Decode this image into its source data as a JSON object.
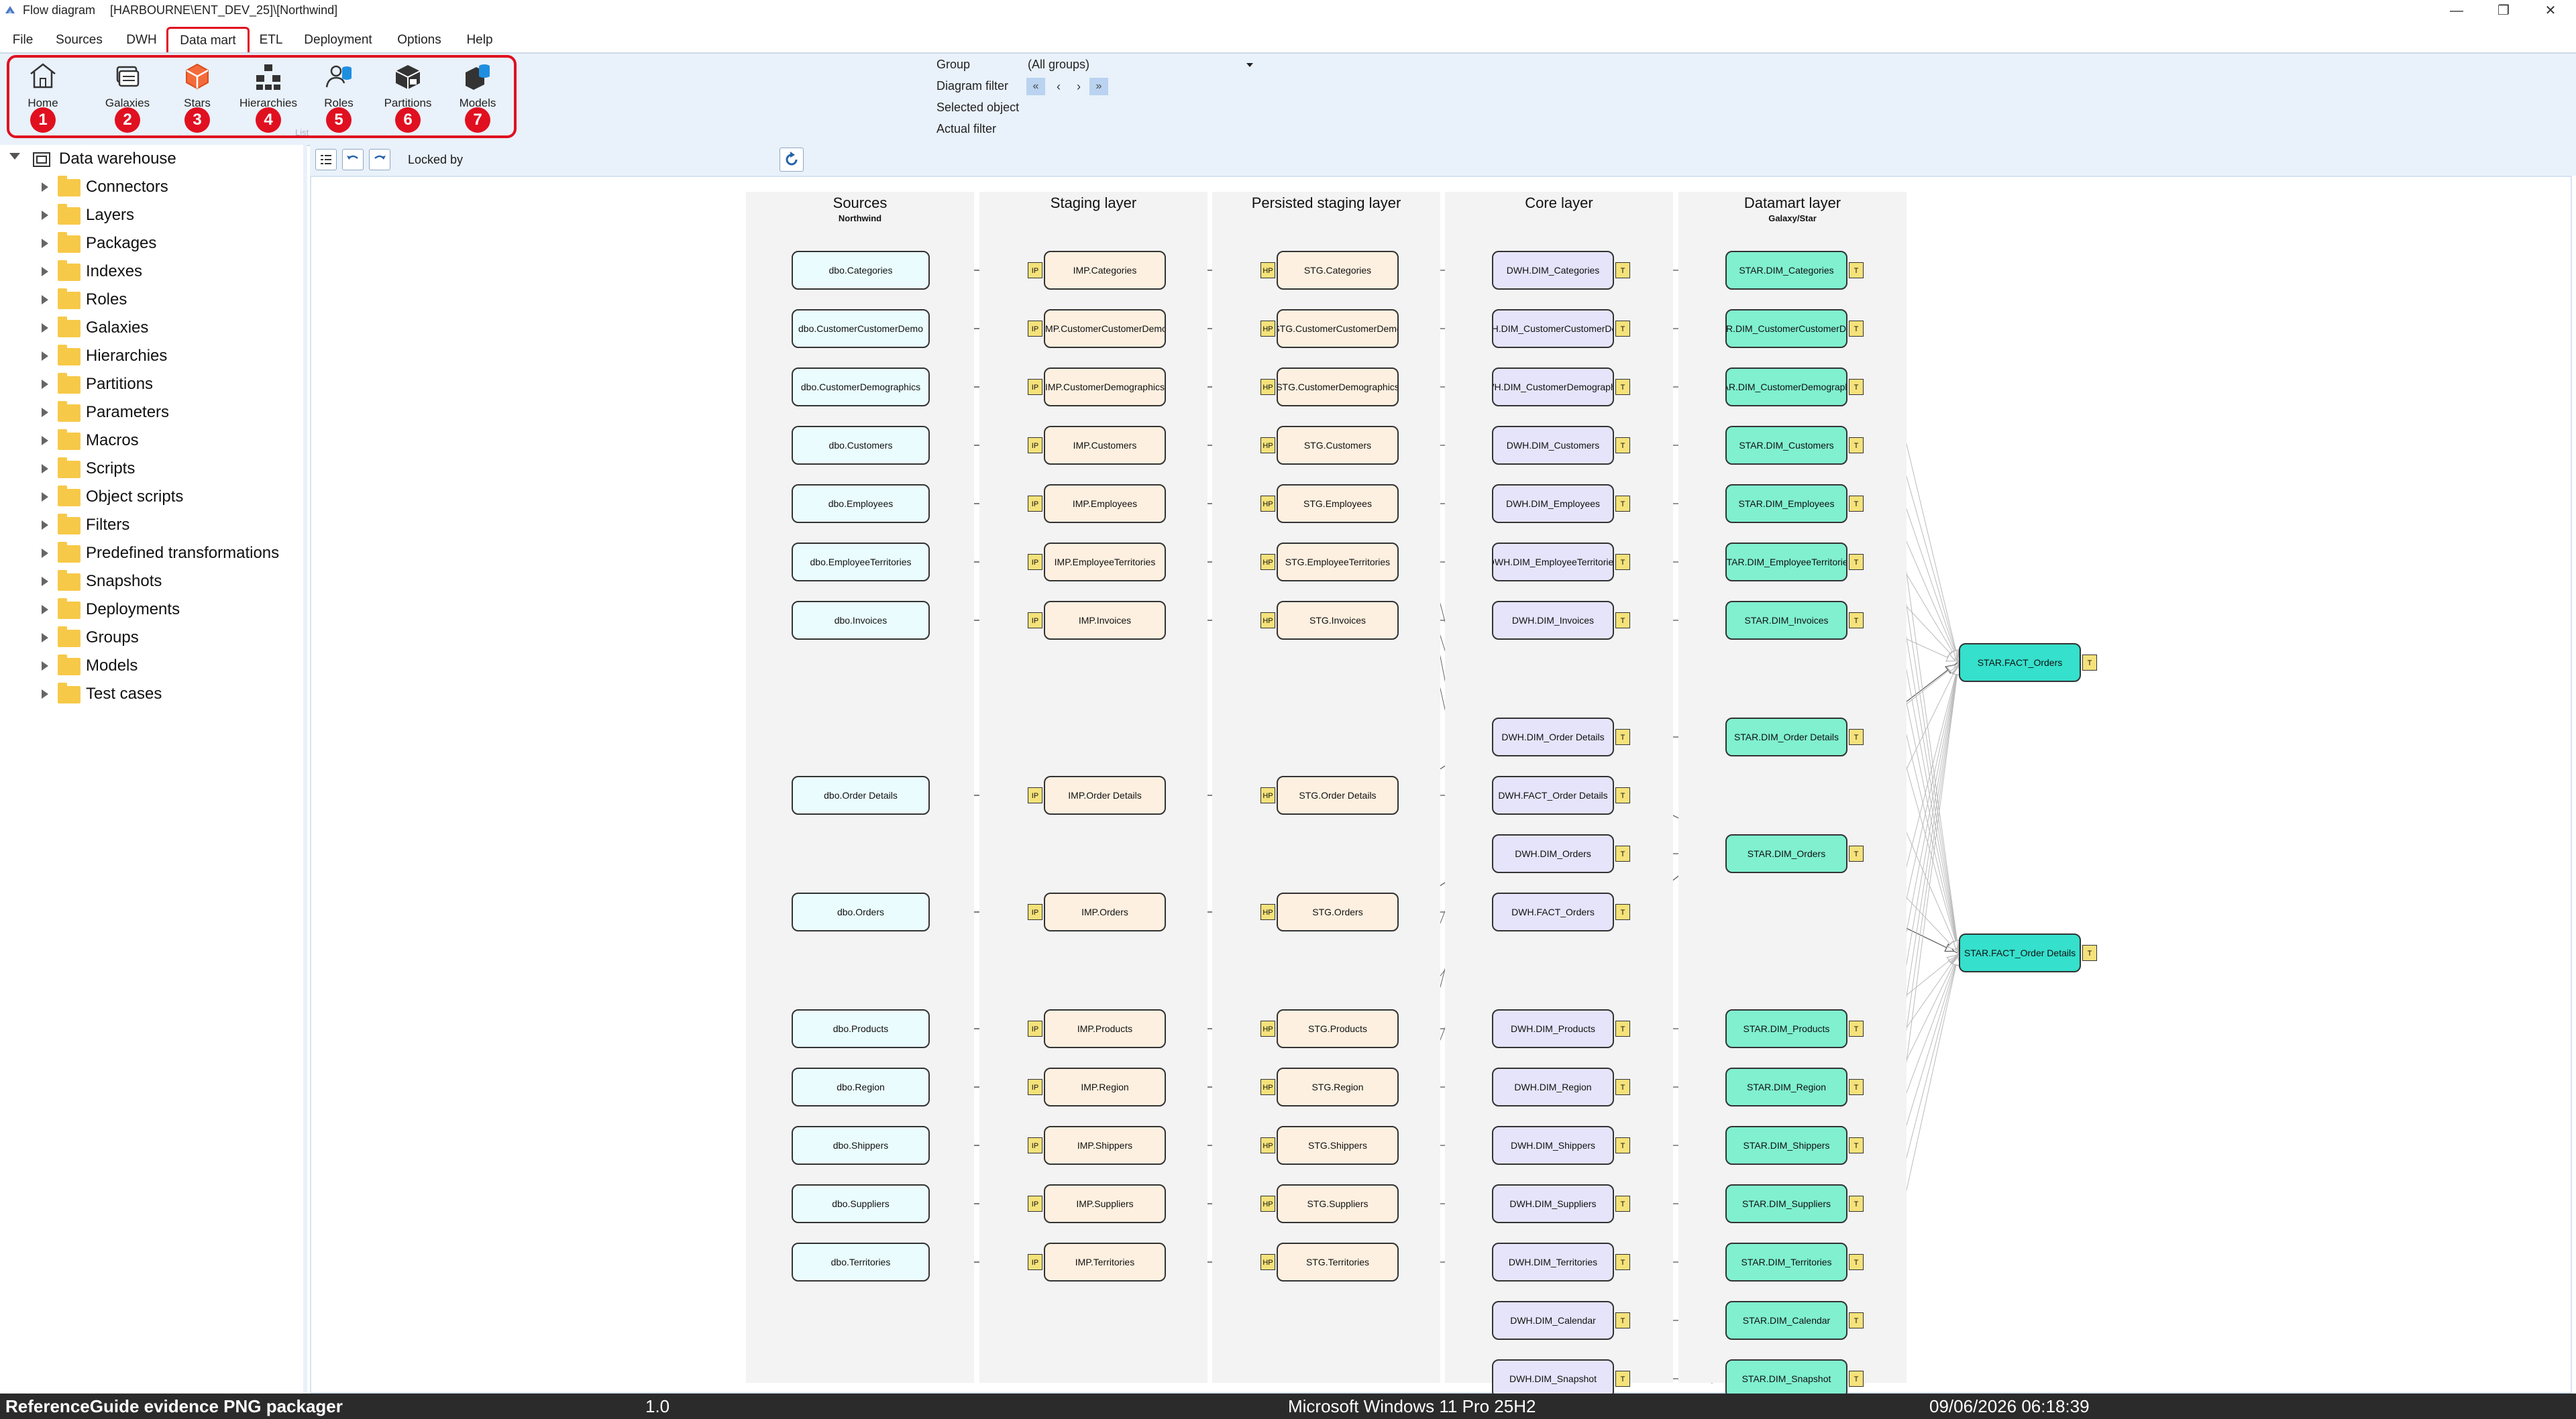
{
  "window": {
    "title": "Flow diagram",
    "path": "[HARBOURNE\\ENT_DEV_25]\\[Northwind]",
    "controls": {
      "minimize": "—",
      "restore": "❐",
      "close": "✕"
    }
  },
  "menu": [
    {
      "label": "File"
    },
    {
      "label": "Sources"
    },
    {
      "label": "DWH"
    },
    {
      "label": "Data mart",
      "active": true
    },
    {
      "label": "ETL"
    },
    {
      "label": "Deployment"
    },
    {
      "label": "Options"
    },
    {
      "label": "Help"
    }
  ],
  "ribbon": {
    "buttons": [
      {
        "label": "Home",
        "number": "1",
        "icon": "home-icon"
      },
      {
        "label": "Galaxies",
        "number": "2",
        "icon": "galaxies-icon"
      },
      {
        "label": "Stars",
        "number": "3",
        "icon": "stars-icon"
      },
      {
        "label": "Hierarchies",
        "number": "4",
        "icon": "hierarchies-icon"
      },
      {
        "label": "Roles",
        "number": "5",
        "icon": "roles-icon"
      },
      {
        "label": "Partitions",
        "number": "6",
        "icon": "partitions-icon"
      },
      {
        "label": "Models",
        "number": "7",
        "icon": "models-icon"
      }
    ],
    "group_caption": "List",
    "filters": {
      "group_label": "Group",
      "group_value": "(All groups)",
      "diagram_filter_label": "Diagram filter",
      "selected_object_label": "Selected object",
      "actual_filter_label": "Actual filter"
    }
  },
  "tree": {
    "root": "Data warehouse",
    "items": [
      "Connectors",
      "Layers",
      "Packages",
      "Indexes",
      "Roles",
      "Galaxies",
      "Hierarchies",
      "Partitions",
      "Parameters",
      "Macros",
      "Scripts",
      "Object scripts",
      "Filters",
      "Predefined transformations",
      "Snapshots",
      "Deployments",
      "Groups",
      "Models",
      "Test cases"
    ]
  },
  "toolbar": {
    "locked_by_label": "Locked by"
  },
  "diagram": {
    "columns": [
      {
        "title": "Sources",
        "subtitle": "Northwind"
      },
      {
        "title": "Staging layer",
        "subtitle": ""
      },
      {
        "title": "Persisted staging layer",
        "subtitle": ""
      },
      {
        "title": "Core layer",
        "subtitle": ""
      },
      {
        "title": "Datamart layer",
        "subtitle": "Galaxy/Star"
      }
    ],
    "tags": {
      "import": "IP",
      "persist": "HP",
      "table": "T"
    },
    "sources": [
      "dbo.Categories",
      "dbo.CustomerCustomerDemo",
      "dbo.CustomerDemographics",
      "dbo.Customers",
      "dbo.Employees",
      "dbo.EmployeeTerritories",
      "dbo.Invoices",
      "dbo.Order Details",
      "dbo.Orders",
      "dbo.Products",
      "dbo.Region",
      "dbo.Shippers",
      "dbo.Suppliers",
      "dbo.Territories"
    ],
    "staging": [
      "IMP.Categories",
      "IMP.CustomerCustomerDemo",
      "IMP.CustomerDemographics",
      "IMP.Customers",
      "IMP.Employees",
      "IMP.EmployeeTerritories",
      "IMP.Invoices",
      "IMP.Order Details",
      "IMP.Orders",
      "IMP.Products",
      "IMP.Region",
      "IMP.Shippers",
      "IMP.Suppliers",
      "IMP.Territories"
    ],
    "persisted": [
      "STG.Categories",
      "STG.CustomerCustomerDemo",
      "STG.CustomerDemographics",
      "STG.Customers",
      "STG.Employees",
      "STG.EmployeeTerritories",
      "STG.Invoices",
      "STG.Order Details",
      "STG.Orders",
      "STG.Products",
      "STG.Region",
      "STG.Shippers",
      "STG.Suppliers",
      "STG.Territories"
    ],
    "core": [
      "DWH.DIM_Categories",
      "DWH.DIM_CustomerCustomerDemo",
      "DWH.DIM_CustomerDemographics",
      "DWH.DIM_Customers",
      "DWH.DIM_Employees",
      "DWH.DIM_EmployeeTerritories",
      "DWH.DIM_Invoices",
      "DWH.DIM_Order Details",
      "DWH.FACT_Order Details",
      "DWH.DIM_Orders",
      "DWH.FACT_Orders",
      "DWH.DIM_Products",
      "DWH.DIM_Region",
      "DWH.DIM_Shippers",
      "DWH.DIM_Suppliers",
      "DWH.DIM_Territories",
      "DWH.DIM_Calendar",
      "DWH.DIM_Snapshot"
    ],
    "datamart": [
      "STAR.DIM_Categories",
      "STAR.DIM_CustomerCustomerDemo",
      "STAR.DIM_CustomerDemographics",
      "STAR.DIM_Customers",
      "STAR.DIM_Employees",
      "STAR.DIM_EmployeeTerritories",
      "STAR.DIM_Invoices",
      "STAR.DIM_Order Details",
      "STAR.DIM_Orders",
      "STAR.DIM_Products",
      "STAR.DIM_Region",
      "STAR.DIM_Shippers",
      "STAR.DIM_Suppliers",
      "STAR.DIM_Territories",
      "STAR.DIM_Calendar",
      "STAR.DIM_Snapshot"
    ],
    "facts": [
      "STAR.FACT_Orders",
      "STAR.FACT_Order Details"
    ]
  },
  "statusbar": {
    "app": "ReferenceGuide evidence PNG packager",
    "version": "1.0",
    "os": "Microsoft Windows 11 Pro 25H2",
    "datetime": "09/06/2026 06:18:39"
  },
  "colors": {
    "highlight": "#e01020",
    "source_fill": "#eafcfd",
    "staging_fill": "#fdf0e0",
    "core_fill": "#e5e4fa",
    "star_fill": "#80f0cf",
    "fact_fill": "#35e0cc",
    "tag_fill": "#f5e27a"
  }
}
